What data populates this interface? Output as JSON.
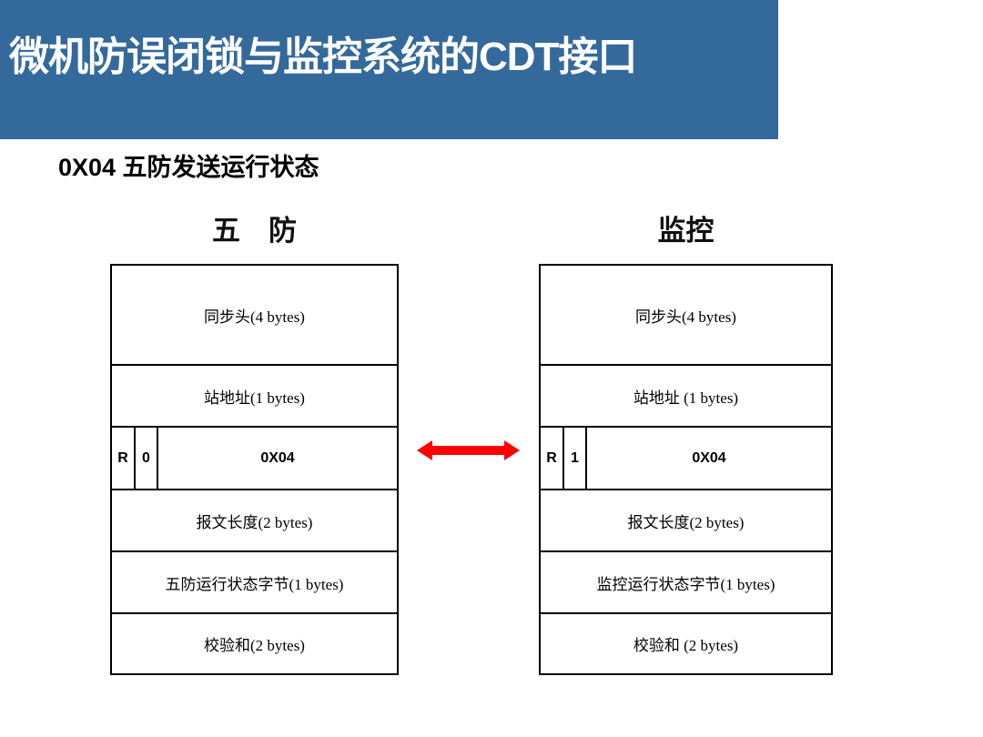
{
  "slide": {
    "title": "微机防误闭锁与监控系统的CDT接口",
    "subtitle": "0X04 五防发送运行状态"
  },
  "colors": {
    "title_bar_bg": "#34699C",
    "title_text": "#FFFFFF",
    "arrow_red": "#FE0000",
    "frame_border": "#000000"
  },
  "wufang": {
    "header": "五　防",
    "rows": [
      "同步头(4 bytes)",
      "站地址(1 bytes)",
      "报文长度(2 bytes)",
      "五防运行状态字节(1 bytes)",
      "校验和(2 bytes)"
    ],
    "flag": {
      "r": "R",
      "bit": "0",
      "code": "0X04"
    }
  },
  "jiankong": {
    "header": "监控",
    "rows": [
      "同步头(4 bytes)",
      "站地址 (1 bytes)",
      "报文长度(2 bytes)",
      "监控运行状态字节(1 bytes)",
      "校验和 (2 bytes)"
    ],
    "flag": {
      "r": "R",
      "bit": "1",
      "code": "0X04"
    }
  },
  "arrow": {
    "type": "bidirectional-horizontal"
  }
}
